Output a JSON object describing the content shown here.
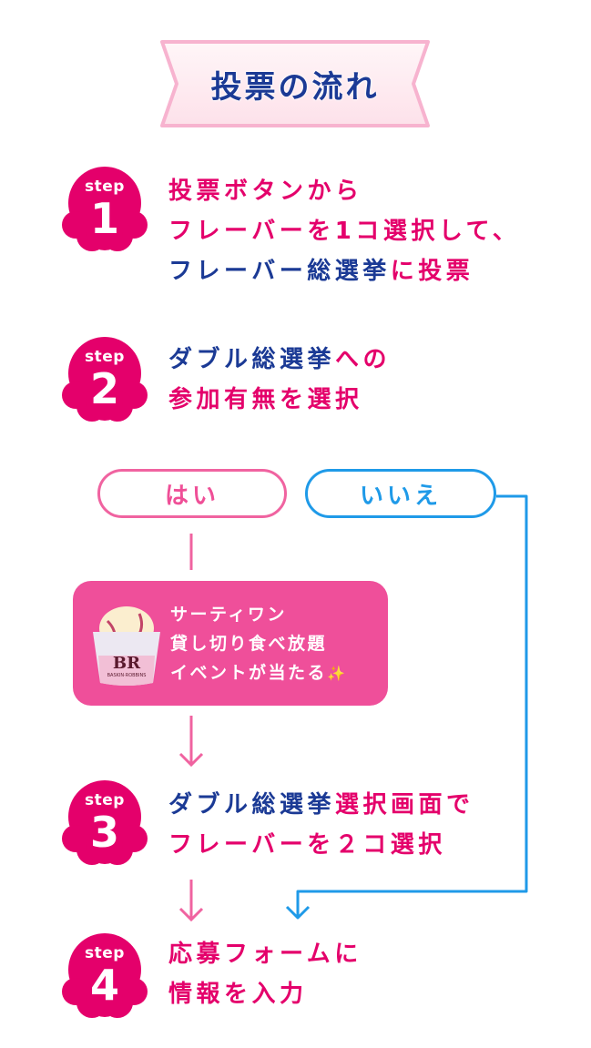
{
  "title": "投票の流れ",
  "colors": {
    "pink": "#e4006b",
    "navy": "#1b3a95",
    "blue": "#1f9ae8",
    "prize_bg": "#ef4f9a",
    "ribbon_border": "#f7b3cf"
  },
  "steps": [
    {
      "label": "step",
      "number": "1",
      "lines": [
        [
          {
            "text": "投票ボタンから",
            "color": "pink"
          }
        ],
        [
          {
            "text": "フレーバーを1コ選択して、",
            "color": "pink"
          }
        ],
        [
          {
            "text": "フレーバー",
            "color": "navy"
          },
          {
            "text": "総選挙",
            "color": "navy"
          },
          {
            "text": "に投票",
            "color": "pink"
          }
        ]
      ]
    },
    {
      "label": "step",
      "number": "2",
      "lines": [
        [
          {
            "text": "ダブル総選挙",
            "color": "navy"
          },
          {
            "text": "への",
            "color": "pink"
          }
        ],
        [
          {
            "text": "参加有無を選択",
            "color": "pink"
          }
        ]
      ]
    },
    {
      "label": "step",
      "number": "3",
      "lines": [
        [
          {
            "text": "ダブル総選挙",
            "color": "navy"
          },
          {
            "text": "選択画面で",
            "color": "pink"
          }
        ],
        [
          {
            "text": "フレーバーを２コ選択",
            "color": "pink"
          }
        ]
      ]
    },
    {
      "label": "step",
      "number": "4",
      "lines": [
        [
          {
            "text": "応募フォームに",
            "color": "pink"
          }
        ],
        [
          {
            "text": "情報を入力",
            "color": "pink"
          }
        ]
      ]
    }
  ],
  "choices": {
    "yes": "はい",
    "no": "いいえ"
  },
  "prize": {
    "lines": [
      "サーティワン",
      "貸し切り食べ放題",
      "イベントが当たる"
    ],
    "sparkle": "✨",
    "cup_logo": "BR",
    "cup_brand": "BASKIN ROBBINS"
  }
}
